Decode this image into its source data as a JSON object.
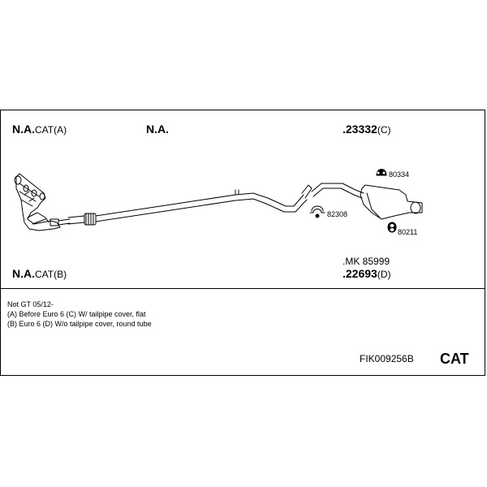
{
  "labels": {
    "top_left": {
      "main": "N.A.",
      "suffix": "CAT(A)"
    },
    "top_center": "N.A.",
    "top_right": {
      "main": ".23332",
      "suffix": "(C)"
    },
    "bottom_left": {
      "main": "N.A.",
      "suffix": "CAT(B)"
    },
    "mk": ".MK 85999",
    "bottom_right": {
      "main": ".22693",
      "suffix": "(D)"
    }
  },
  "parts": {
    "p80334": "80334",
    "p82308": "82308",
    "p80211": "80211"
  },
  "notes": [
    "Not GT   05/12-",
    "(A) Before Euro 6 (C) W/ tailpipe cover, flat",
    "(B) Euro 6 (D) W/o tailpipe cover, round tube"
  ],
  "footer": {
    "code": "FIK009256B",
    "cat": "CAT"
  }
}
